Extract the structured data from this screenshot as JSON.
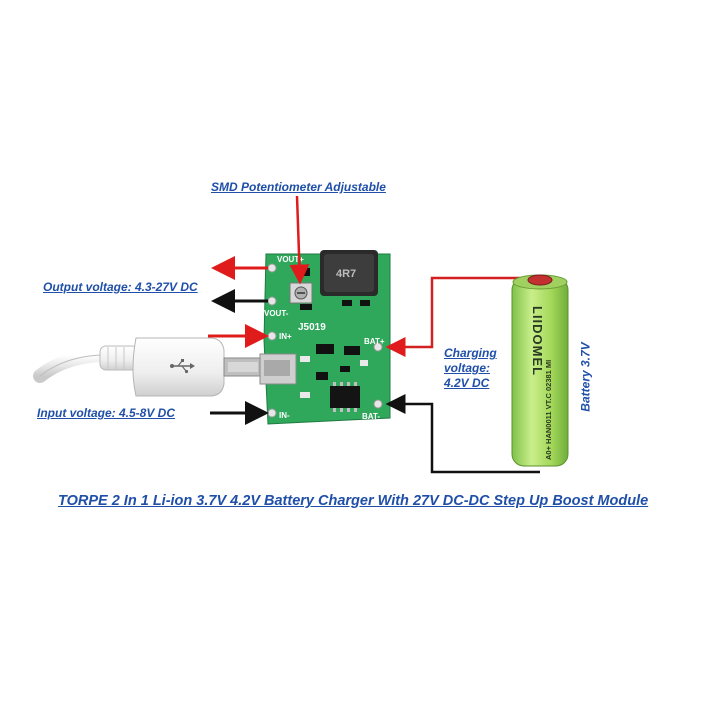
{
  "labels": {
    "potentiometer": "SMD Potentiometer Adjustable",
    "output_voltage": "Output voltage: 4.3-27V DC",
    "input_voltage": "Input voltage: 4.5-8V DC",
    "charging_voltage_line1": "Charging",
    "charging_voltage_line2": "voltage:",
    "charging_voltage_line3": "4.2V DC",
    "battery": "Battery 3.7V"
  },
  "title": "TORPE 2 In 1 Li-ion 3.7V 4.2V Battery Charger With 27V DC-DC Step Up Boost Module",
  "board": {
    "chip_j5019": "J5019",
    "inductor": "4R7",
    "pin_vout_plus": "VOUT+",
    "pin_vout_minus": "VOUT-",
    "pin_in_plus": "IN+",
    "pin_in_minus": "IN-",
    "pin_bat_plus": "BAT+",
    "pin_bat_minus": "BAT-"
  },
  "cell": {
    "brand": "LIIDOMEL",
    "print": "A0+ HAN0011 VT.C 02381 MI"
  },
  "colors": {
    "label_blue": "#1f4fa8",
    "pcb_green": "#2fa85c",
    "arrow_red": "#e01b1b",
    "arrow_black": "#111111",
    "wire_red": "#d42020",
    "battery_green": "#a9dc5e"
  },
  "icons": [
    "usb-symbol-icon",
    "potentiometer-icon",
    "inductor-icon"
  ]
}
